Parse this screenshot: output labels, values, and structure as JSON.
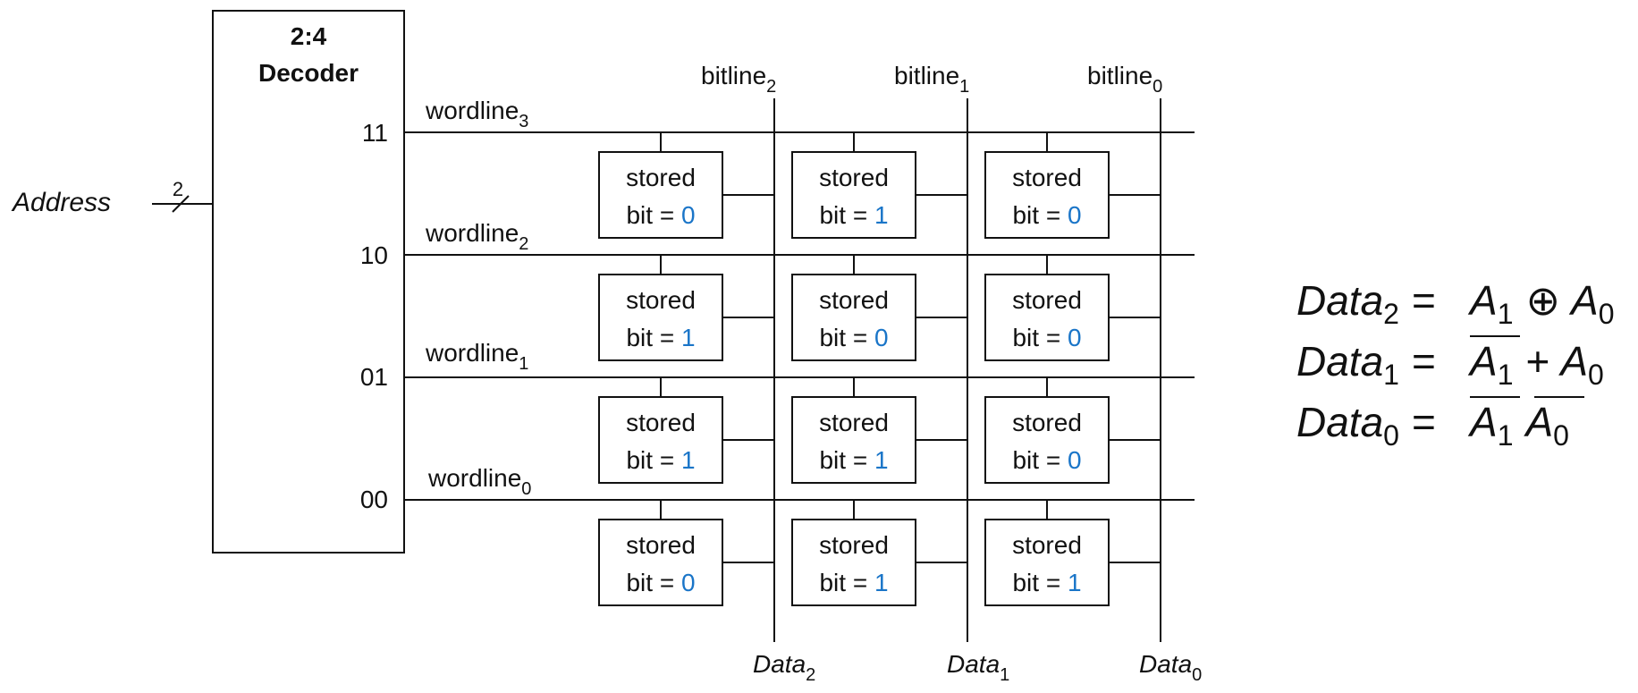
{
  "decoder": {
    "title_line1": "2:4",
    "title_line2": "Decoder",
    "address_label": "Address",
    "bus_width": "2",
    "outputs": [
      "11",
      "10",
      "01",
      "00"
    ]
  },
  "wordlines": [
    {
      "name": "wordline",
      "sub": "3"
    },
    {
      "name": "wordline",
      "sub": "2"
    },
    {
      "name": "wordline",
      "sub": "1"
    },
    {
      "name": "wordline",
      "sub": "0"
    }
  ],
  "bitlines": [
    {
      "name": "bitline",
      "sub": "2"
    },
    {
      "name": "bitline",
      "sub": "1"
    },
    {
      "name": "bitline",
      "sub": "0"
    }
  ],
  "data_outputs": [
    {
      "name": "Data",
      "sub": "2"
    },
    {
      "name": "Data",
      "sub": "1"
    },
    {
      "name": "Data",
      "sub": "0"
    }
  ],
  "cell": {
    "line1": "stored",
    "line2_prefix": "bit = "
  },
  "cells": [
    [
      "0",
      "1",
      "0"
    ],
    [
      "1",
      "0",
      "0"
    ],
    [
      "1",
      "1",
      "0"
    ],
    [
      "0",
      "1",
      "1"
    ]
  ],
  "equations": [
    {
      "lhs": "Data",
      "lhs_sub": "2",
      "eq": "=",
      "rhs": "A1 ⊕ A0"
    },
    {
      "lhs": "Data",
      "lhs_sub": "1",
      "eq": "=",
      "rhs": "A1̅ + A0"
    },
    {
      "lhs": "Data",
      "lhs_sub": "0",
      "eq": "=",
      "rhs": "A1̅ A0̅"
    }
  ],
  "colors": {
    "bit_value": "#1a75c8",
    "line": "#111111"
  }
}
